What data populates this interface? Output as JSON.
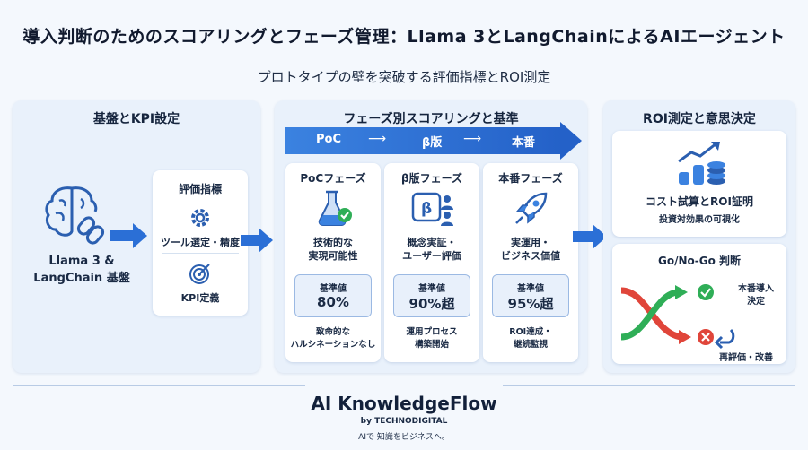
{
  "title": "導入判断のためのスコアリングとフェーズ管理：Llama 3とLangChainによるAIエージェント",
  "subtitle": "プロトタイプの壁を突破する評価指標とROI測定",
  "left_panel": {
    "title": "基盤とKPI設定",
    "foundation_label": "Llama 3 & LangChain 基盤",
    "metrics_card": {
      "heading": "評価指標",
      "item1": "ツール選定・精度",
      "item2": "KPI定義"
    }
  },
  "middle_panel": {
    "title": "フェーズ別スコアリングと基準",
    "flow": {
      "poc": "PoC",
      "beta": "β版",
      "prod": "本番",
      "arrow": "⟶"
    },
    "phases": [
      {
        "name": "PoCフェーズ",
        "desc1": "技術的な",
        "desc2": "実現可能性",
        "score_label": "基準値",
        "score": "80%",
        "note1": "致命的な",
        "note2": "ハルシネーションなし"
      },
      {
        "name": "β版フェーズ",
        "desc1": "概念実証・",
        "desc2": "ユーザー評価",
        "score_label": "基準値",
        "score": "90%超",
        "note1": "運用プロセス",
        "note2": "構築開始"
      },
      {
        "name": "本番フェーズ",
        "desc1": "実運用・",
        "desc2": "ビジネス価値",
        "score_label": "基準値",
        "score": "95%超",
        "note1": "ROI達成・",
        "note2": "継続監視"
      }
    ]
  },
  "right_panel": {
    "title": "ROI測定と意思決定",
    "roi_card": {
      "heading": "コスト試算とROI証明",
      "sub": "投資対効果の可視化"
    },
    "gonogo_card": {
      "heading": "Go/No-Go 判断",
      "go1": "本番導入",
      "go2": "決定",
      "nogo": "再評価・改善"
    }
  },
  "footer": {
    "brand": "AI KnowledgeFlow",
    "by": "by TECHNODIGITAL",
    "tagline": "AIで 知識をビジネスへ。"
  },
  "colors": {
    "accent": "#2b6fd6",
    "green": "#2fae57",
    "red": "#e0453a"
  }
}
